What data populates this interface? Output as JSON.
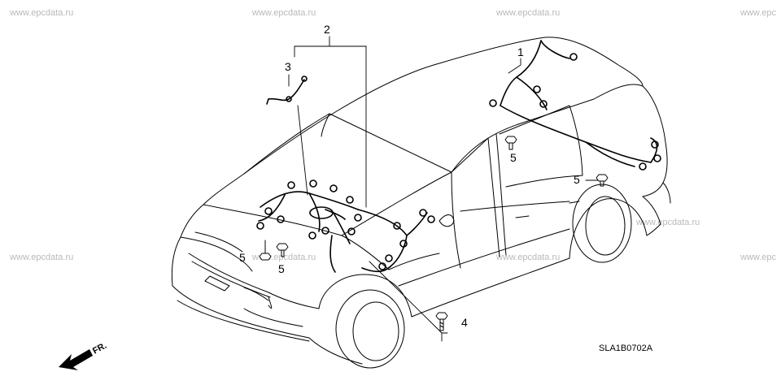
{
  "watermarks": [
    "www.epcdata.ru",
    "www.epcdata.ru",
    "www.epcdata.ru",
    "www.epc",
    "www.epcdata.ru",
    "www.epcdata.ru",
    "www.epcdata.ru",
    "www.epcdata.ru",
    "www.epc"
  ],
  "callouts": {
    "c1": "1",
    "c2": "2",
    "c3": "3",
    "c4": "4",
    "c5a": "5",
    "c5b": "5",
    "c5c": "5",
    "c5d": "5"
  },
  "diagram_code": "SLA1B0702A",
  "front_label": "FR.",
  "icons": {
    "front_arrow": "front-arrow-icon",
    "bolt": "bolt-icon"
  }
}
